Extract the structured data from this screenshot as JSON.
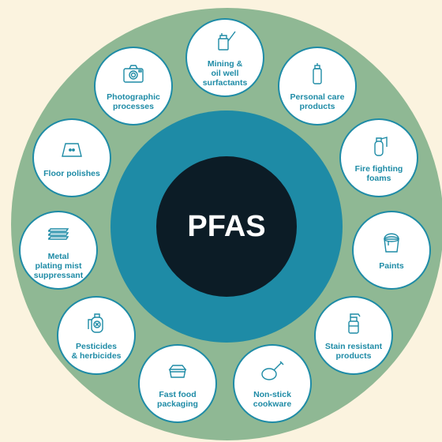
{
  "center": {
    "label": "PFAS"
  },
  "colors": {
    "background": "#fbf3df",
    "outer_ring": "#8fb894",
    "middle_ring": "#1e8ba6",
    "core": "#0c1c26",
    "label_text": "#1e8ba6"
  },
  "items": [
    {
      "label": "Mining &\noil well\nsurfactants",
      "icon": "oil-can-icon"
    },
    {
      "label": "Personal care\nproducts",
      "icon": "aerosol-can-icon"
    },
    {
      "label": "Fire fighting\nfoams",
      "icon": "fire-extinguisher-icon"
    },
    {
      "label": "Paints",
      "icon": "paint-bucket-icon"
    },
    {
      "label": "Stain resistant\nproducts",
      "icon": "spray-bottle-icon"
    },
    {
      "label": "Non-stick\ncookware",
      "icon": "frying-pan-icon"
    },
    {
      "label": "Fast food\npackaging",
      "icon": "takeout-box-icon"
    },
    {
      "label": "Pesticides\n& herbicides",
      "icon": "sprayer-tank-icon"
    },
    {
      "label": "Metal\nplating mist\nsuppressant",
      "icon": "metal-plates-icon"
    },
    {
      "label": "Floor polishes",
      "icon": "floor-tile-icon"
    },
    {
      "label": "Photographic\nprocesses",
      "icon": "camera-icon"
    }
  ]
}
